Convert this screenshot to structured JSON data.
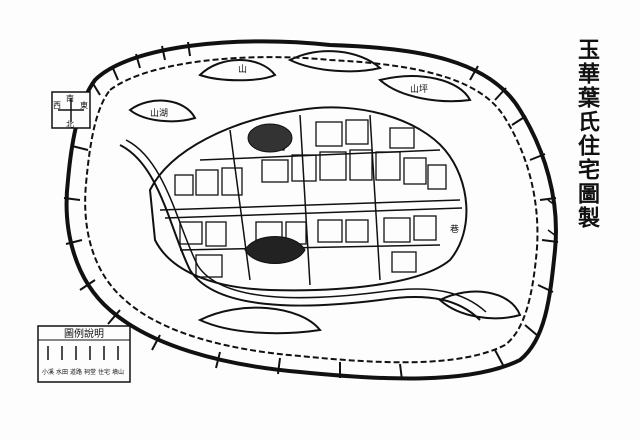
{
  "title": "玉華葉氏住宅圖製",
  "compass": {
    "north": "南",
    "south": "北",
    "east": "東",
    "west": "西"
  },
  "legend": {
    "heading": "圖例說明",
    "entries": [
      "小溪",
      "水田",
      "道路",
      "祠堂",
      "住宅",
      "墳山"
    ]
  },
  "map_labels": {
    "hill_north": "山",
    "hill_northwest": "山湖",
    "hill_northeast": "山坪",
    "lane_east": "巷"
  },
  "colors": {
    "ink": "#111111",
    "paper": "#fdfdfd"
  }
}
